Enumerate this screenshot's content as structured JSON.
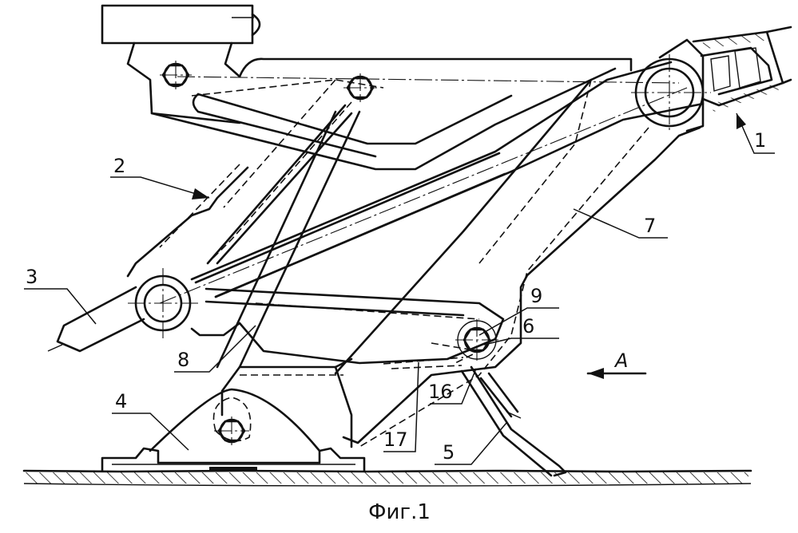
{
  "labels": {
    "l1": "1",
    "l2": "2",
    "l3": "3",
    "l4": "4",
    "l5": "5",
    "l6": "6",
    "l7": "7",
    "l8": "8",
    "l9": "9",
    "l16": "16",
    "l17": "17",
    "view_a": "A"
  },
  "caption": "Фиг.1"
}
